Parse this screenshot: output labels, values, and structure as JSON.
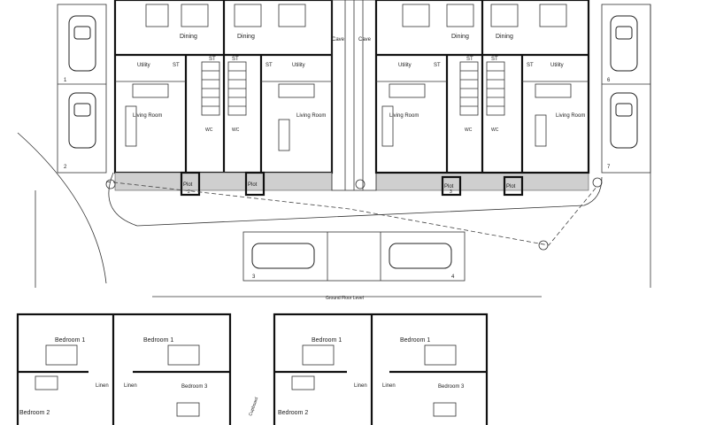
{
  "ground_floor": {
    "room_dining": "Dining",
    "room_utility": "Utility",
    "room_living": "Living Room",
    "label_st": "ST",
    "label_wc": "WC",
    "label_cave": "Cave",
    "label_plot": "Plot",
    "parking_numbers": [
      "1",
      "2",
      "6",
      "7",
      "3",
      "4"
    ],
    "plot_numbers": [
      "2",
      "3"
    ],
    "caption": "Ground Floor Level"
  },
  "first_floor": {
    "room_bedroom_1": "Bedroom 1",
    "room_bedroom_2": "Bedroom 2",
    "room_bedroom_3": "Bedroom 3",
    "label_linen": "Linen",
    "label_cupboard": "Cupboard"
  }
}
